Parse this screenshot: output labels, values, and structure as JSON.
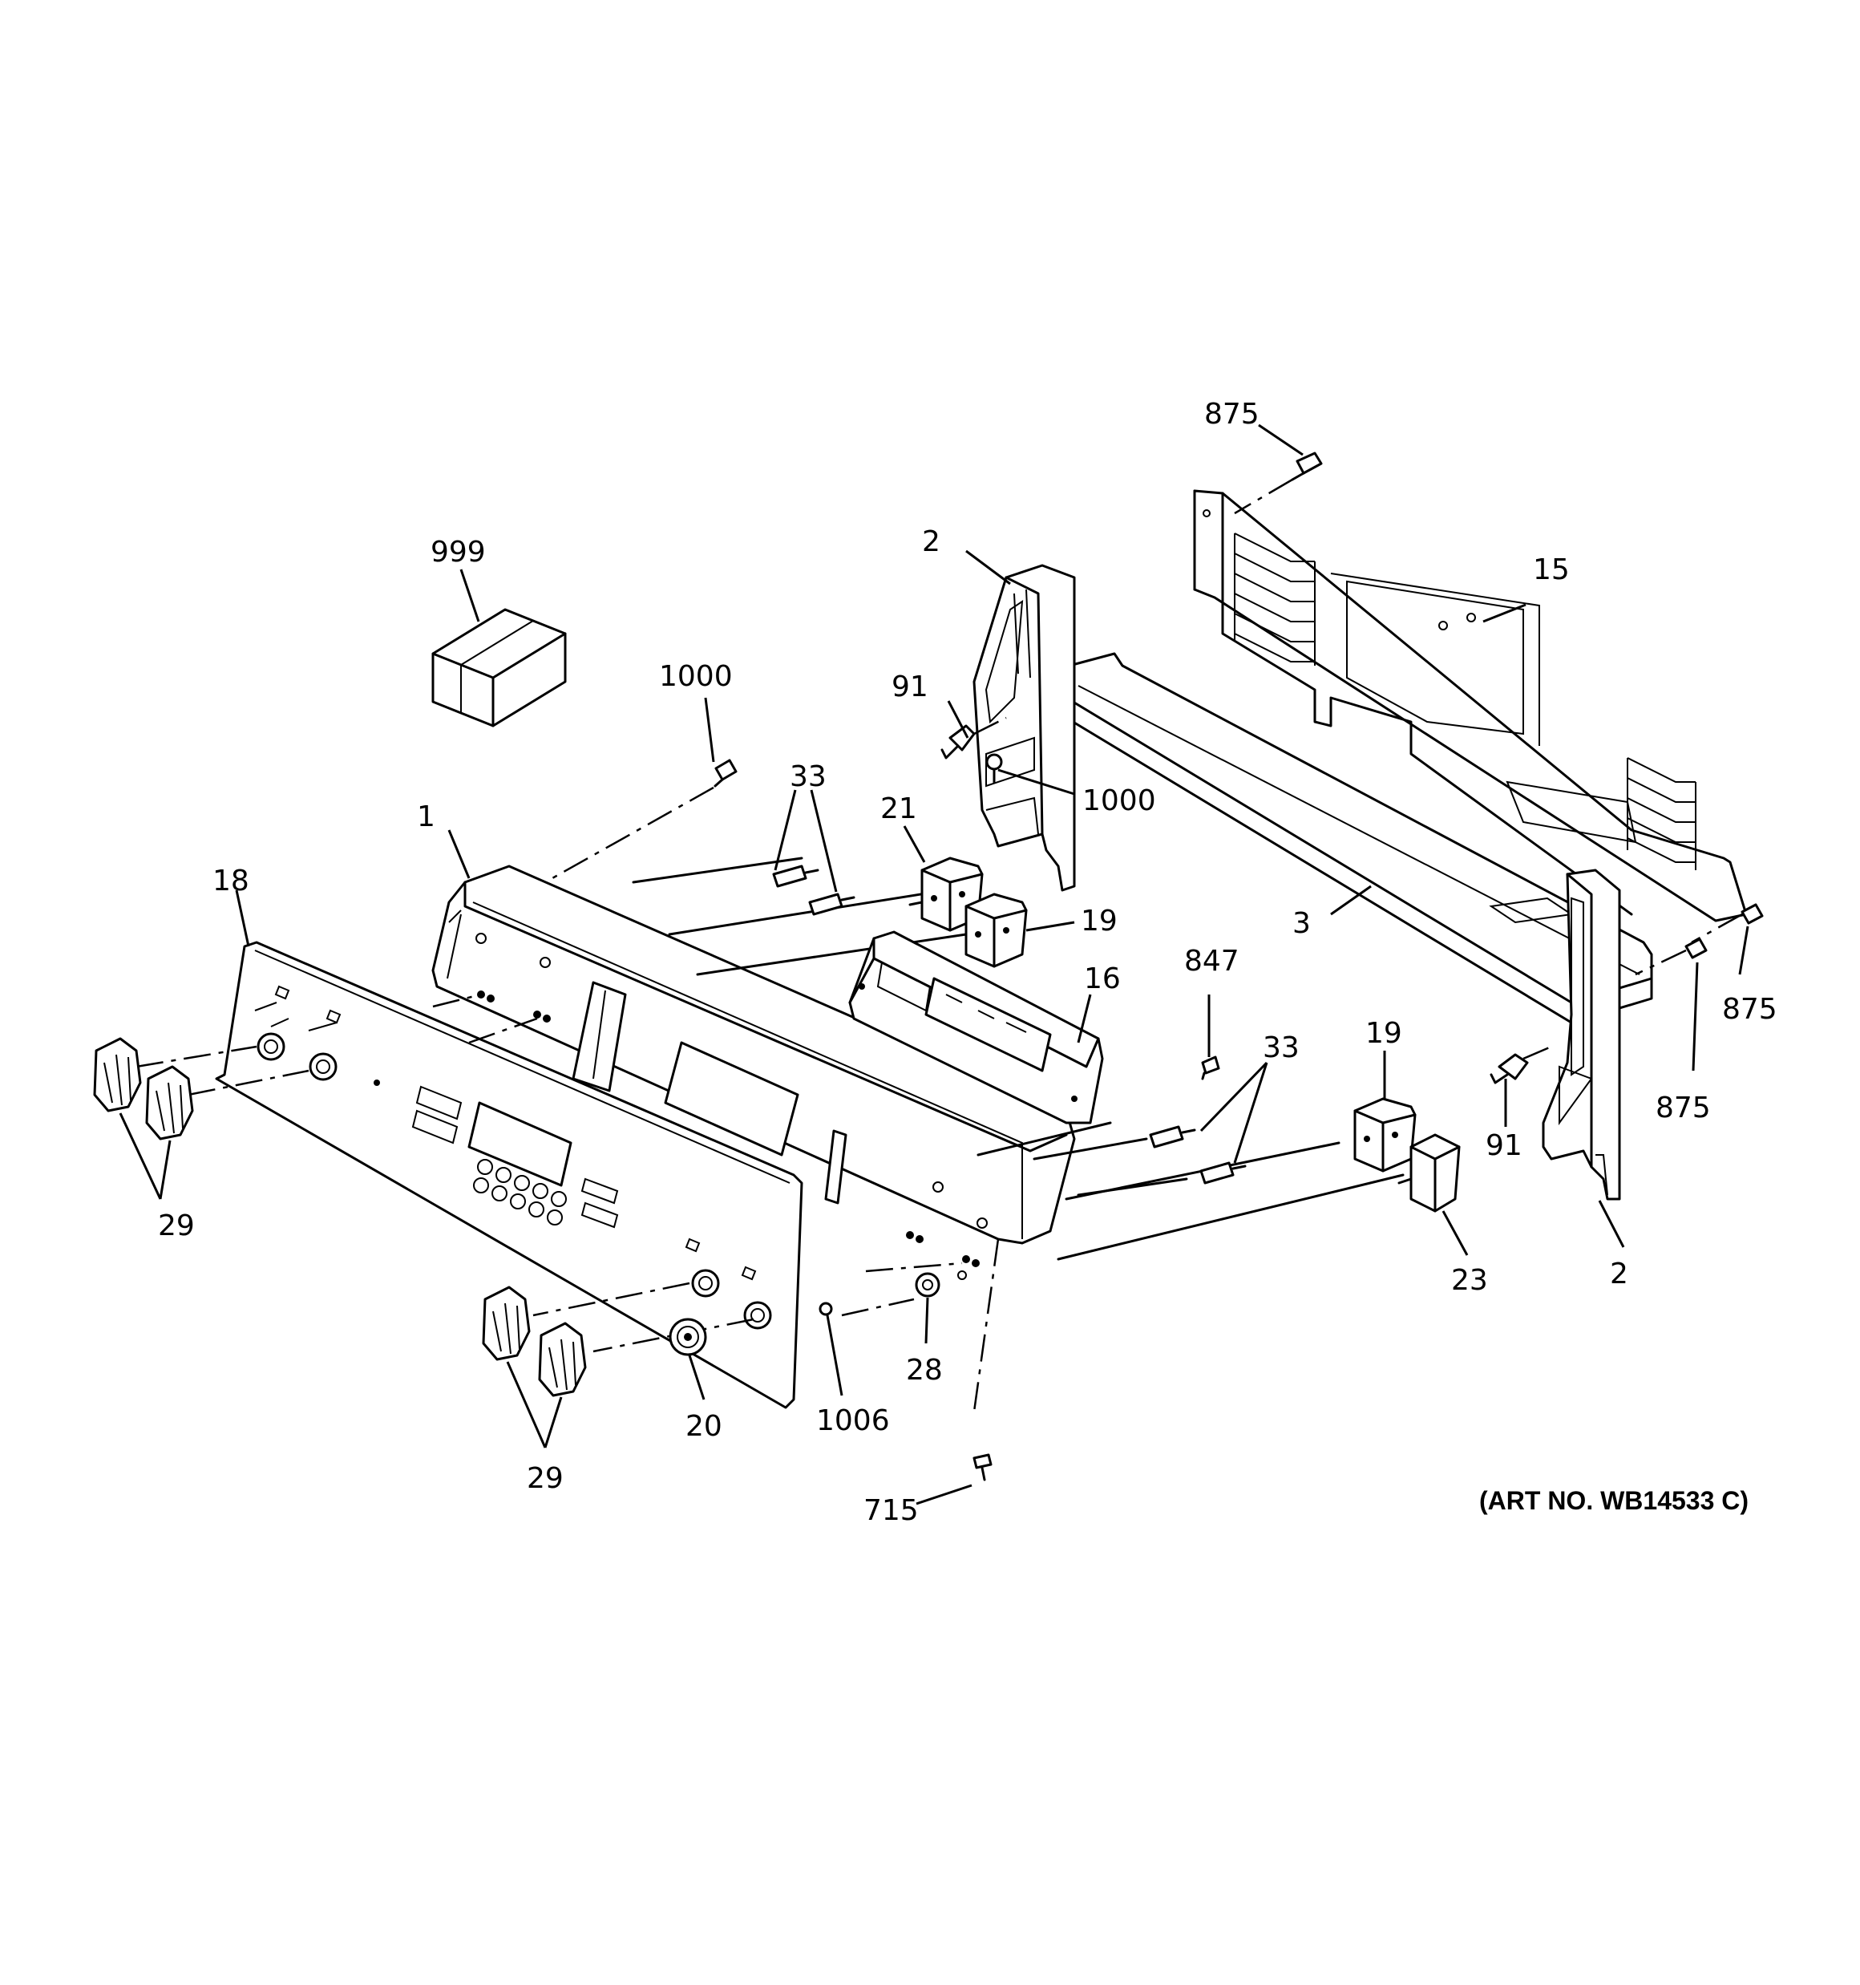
{
  "diagram": {
    "callouts": {
      "c875a": "875",
      "c999": "999",
      "c2a": "2",
      "c15": "15",
      "c1000a": "1000",
      "c91a": "91",
      "c1000b": "1000",
      "c33a": "33",
      "c21": "21",
      "c1": "1",
      "c19a": "19",
      "c18": "18",
      "c16": "16",
      "c3": "3",
      "c847": "847",
      "c875b": "875",
      "c875c": "875",
      "c33b": "33",
      "c19b": "19",
      "c91b": "91",
      "c29a": "29",
      "c23": "23",
      "c2b": "2",
      "c28": "28",
      "c1006": "1006",
      "c20": "20",
      "c29b": "29",
      "c715": "715"
    },
    "art_number": "(ART NO. WB14533 C)"
  }
}
